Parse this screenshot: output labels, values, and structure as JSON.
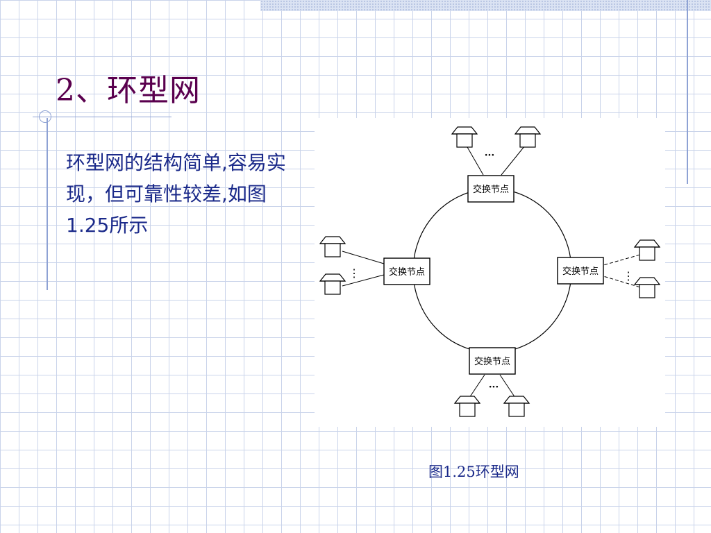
{
  "slide": {
    "title": "2、环型网",
    "body": "环型网的结构简单,容易实现，但可靠性较差,如图1.25所示",
    "caption": "图1.25环型网"
  },
  "diagram": {
    "node_label": "交换节点",
    "ellipsis_horizontal": "···",
    "ellipsis_vertical": "⋮",
    "colors": {
      "title": "#5a004e",
      "text": "#1b2a8a",
      "line": "#000000",
      "grid": "#c9d3ea",
      "accent_rule": "#8ea2d4"
    }
  }
}
